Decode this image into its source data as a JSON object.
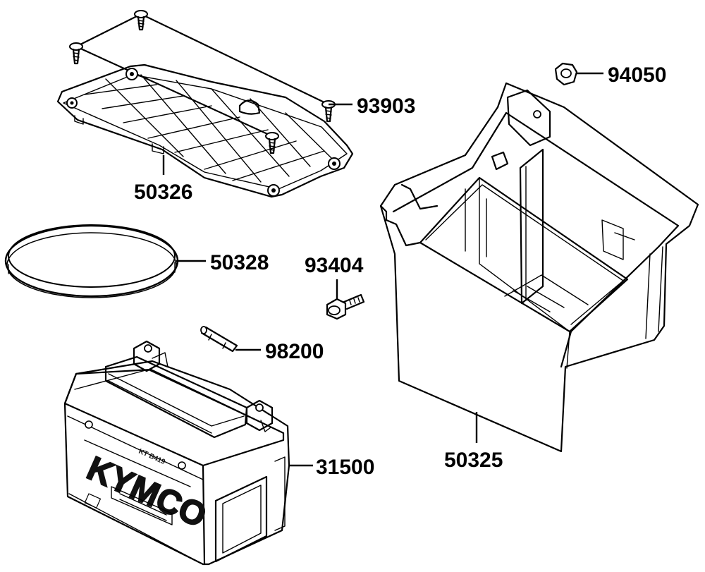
{
  "parts": [
    {
      "id": "cover",
      "label": "50326"
    },
    {
      "id": "cover-screw",
      "label": "93903"
    },
    {
      "id": "band",
      "label": "50328"
    },
    {
      "id": "bolt",
      "label": "93404"
    },
    {
      "id": "fuse",
      "label": "98200"
    },
    {
      "id": "battery",
      "label": "31500"
    },
    {
      "id": "box",
      "label": "50325"
    },
    {
      "id": "nut",
      "label": "94050"
    }
  ],
  "battery_marking": {
    "brand": "KYMCO",
    "model": "KT B419"
  }
}
